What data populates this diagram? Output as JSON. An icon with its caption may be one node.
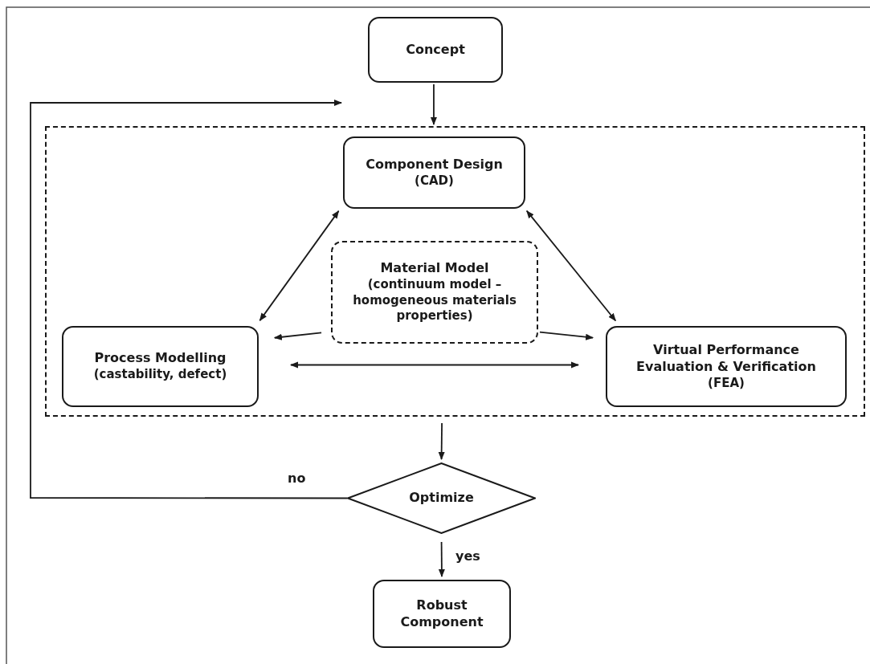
{
  "diagram": {
    "nodes": [
      {
        "text": [
          "Concept"
        ]
      },
      {
        "text": [],
        "shape": "box"
      },
      {
        "text": [
          "Component Design",
          "(CAD)"
        ],
        "in": 1
      },
      {
        "text": [
          "Material Model",
          "(continuum model – homogeneous materials properties)"
        ],
        "in": 1
      },
      {
        "text": [
          "Process Modelling",
          "(castability, defect)"
        ],
        "in": 1
      },
      {
        "text": [
          "Virtual Performance Evaluation & Verification",
          "(FEA)"
        ],
        "in": 1
      },
      {
        "text": [
          "Optimize"
        ]
      },
      {
        "text": [
          "Robust Component"
        ]
      }
    ],
    "edges": [
      {
        "from": 0,
        "to": 1,
        "arrow": "to"
      },
      {
        "from": 2,
        "to": 4,
        "arrow": "both"
      },
      {
        "from": 2,
        "to": 5,
        "arrow": "both"
      },
      {
        "from": 3,
        "to": 4,
        "arrow": "to"
      },
      {
        "from": 3,
        "to": 5,
        "arrow": "to"
      },
      {
        "from": 4,
        "to": 5,
        "arrow": "both"
      },
      {
        "from": 1,
        "to": 6,
        "arrow": "to"
      },
      {
        "from": 6,
        "to": 7,
        "arrow": "to",
        "label": "yes"
      },
      {
        "from": 6,
        "to": 1,
        "arrow": "to",
        "label": "no"
      }
    ]
  }
}
